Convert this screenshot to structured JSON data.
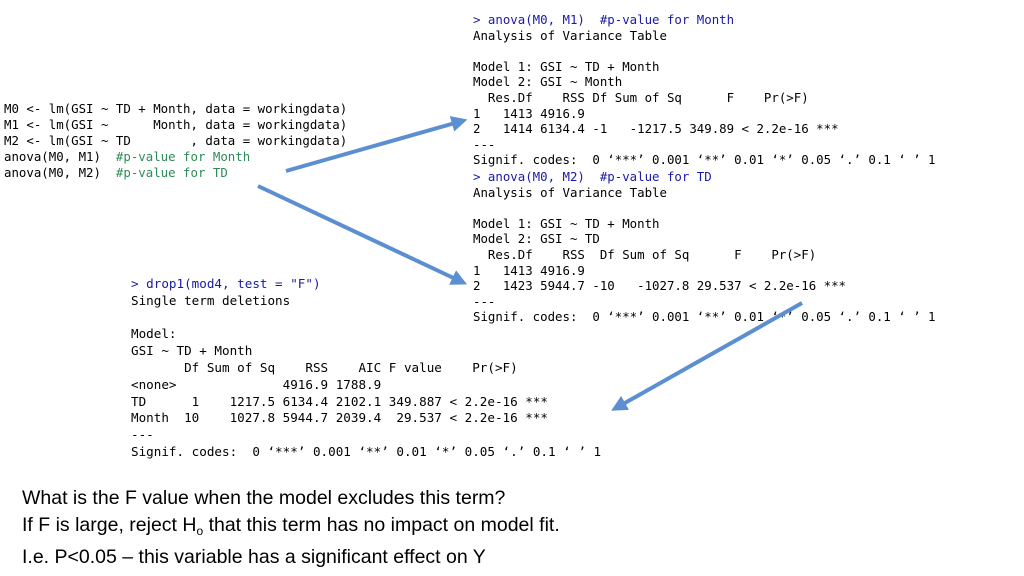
{
  "left_code": [
    {
      "code": "M0 <- lm(GSI ~ TD + Month, data = workingdata)",
      "comment": ""
    },
    {
      "code": "M1 <- lm(GSI ~      Month, data = workingdata)",
      "comment": ""
    },
    {
      "code": "M2 <- lm(GSI ~ TD        , data = workingdata)",
      "comment": ""
    },
    {
      "code": "anova(M0, M1)  ",
      "comment": "#p-value for Month"
    },
    {
      "code": "anova(M0, M2)  ",
      "comment": "#p-value for TD"
    }
  ],
  "anova_month": {
    "command": "> anova(M0, M1)  #p-value for Month",
    "output": [
      "Analysis of Variance Table",
      "",
      "Model 1: GSI ~ TD + Month",
      "Model 2: GSI ~ Month",
      "  Res.Df    RSS Df Sum of Sq      F    Pr(>F)",
      "1   1413 4916.9",
      "2   1414 6134.4 -1   -1217.5 349.89 < 2.2e-16 ***",
      "---",
      "Signif. codes:  0 ‘***’ 0.001 ‘**’ 0.01 ‘*’ 0.05 ‘.’ 0.1 ‘ ’ 1"
    ]
  },
  "anova_td": {
    "command": "> anova(M0, M2)  #p-value for TD",
    "output": [
      "Analysis of Variance Table",
      "",
      "Model 1: GSI ~ TD + Month",
      "Model 2: GSI ~ TD",
      "  Res.Df    RSS  Df Sum of Sq      F    Pr(>F)",
      "1   1413 4916.9",
      "2   1423 5944.7 -10   -1027.8 29.537 < 2.2e-16 ***",
      "---",
      "Signif. codes:  0 ‘***’ 0.001 ‘**’ 0.01 ‘*’ 0.05 ‘.’ 0.1 ‘ ’ 1"
    ]
  },
  "drop1": {
    "command": "> drop1(mod4, test = \"F\")",
    "output": [
      "Single term deletions",
      "",
      "Model:",
      "GSI ~ TD + Month",
      "       Df Sum of Sq    RSS    AIC F value    Pr(>F)",
      "<none>              4916.9 1788.9",
      "TD      1    1217.5 6134.4 2102.1 349.887 < 2.2e-16 ***",
      "Month  10    1027.8 5944.7 2039.4  29.537 < 2.2e-16 ***",
      "---",
      "Signif. codes:  0 ‘***’ 0.001 ‘**’ 0.01 ‘*’ 0.05 ‘.’ 0.1 ‘ ’ 1"
    ]
  },
  "caption": {
    "line1": "What is the F value when the model excludes this term?",
    "line2_before": "If F is large, reject H",
    "line2_sub": "o",
    "line2_after": " that this term has no impact on model fit.",
    "line3": "I.e. P<0.05 – this variable has a significant effect on Y"
  },
  "colors": {
    "command": "#1a1aa6",
    "comment": "#2e8b57",
    "arrow": "#5b8fd1"
  }
}
